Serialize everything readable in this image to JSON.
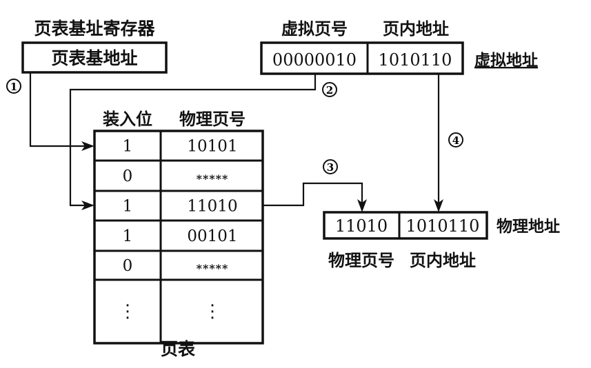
{
  "register": {
    "title": "页表基址寄存器",
    "content": "页表基地址"
  },
  "virtual_address": {
    "label": "虚拟地址",
    "fields": [
      {
        "header": "虚拟页号",
        "value": "00000010"
      },
      {
        "header": "页内地址",
        "value": "1010110"
      }
    ]
  },
  "page_table": {
    "caption": "页表",
    "columns": [
      "装入位",
      "物理页号"
    ],
    "rows": [
      {
        "valid": "1",
        "frame": "10101"
      },
      {
        "valid": "0",
        "frame": "*****"
      },
      {
        "valid": "1",
        "frame": "11010"
      },
      {
        "valid": "1",
        "frame": "00101"
      },
      {
        "valid": "0",
        "frame": "*****"
      },
      {
        "valid": "⋮",
        "frame": "⋮"
      }
    ]
  },
  "physical_address": {
    "label": "物理地址",
    "fields": [
      {
        "footer": "物理页号",
        "value": "11010"
      },
      {
        "footer": "页内地址",
        "value": "1010110"
      }
    ]
  },
  "steps": [
    "①",
    "②",
    "③",
    "④"
  ]
}
